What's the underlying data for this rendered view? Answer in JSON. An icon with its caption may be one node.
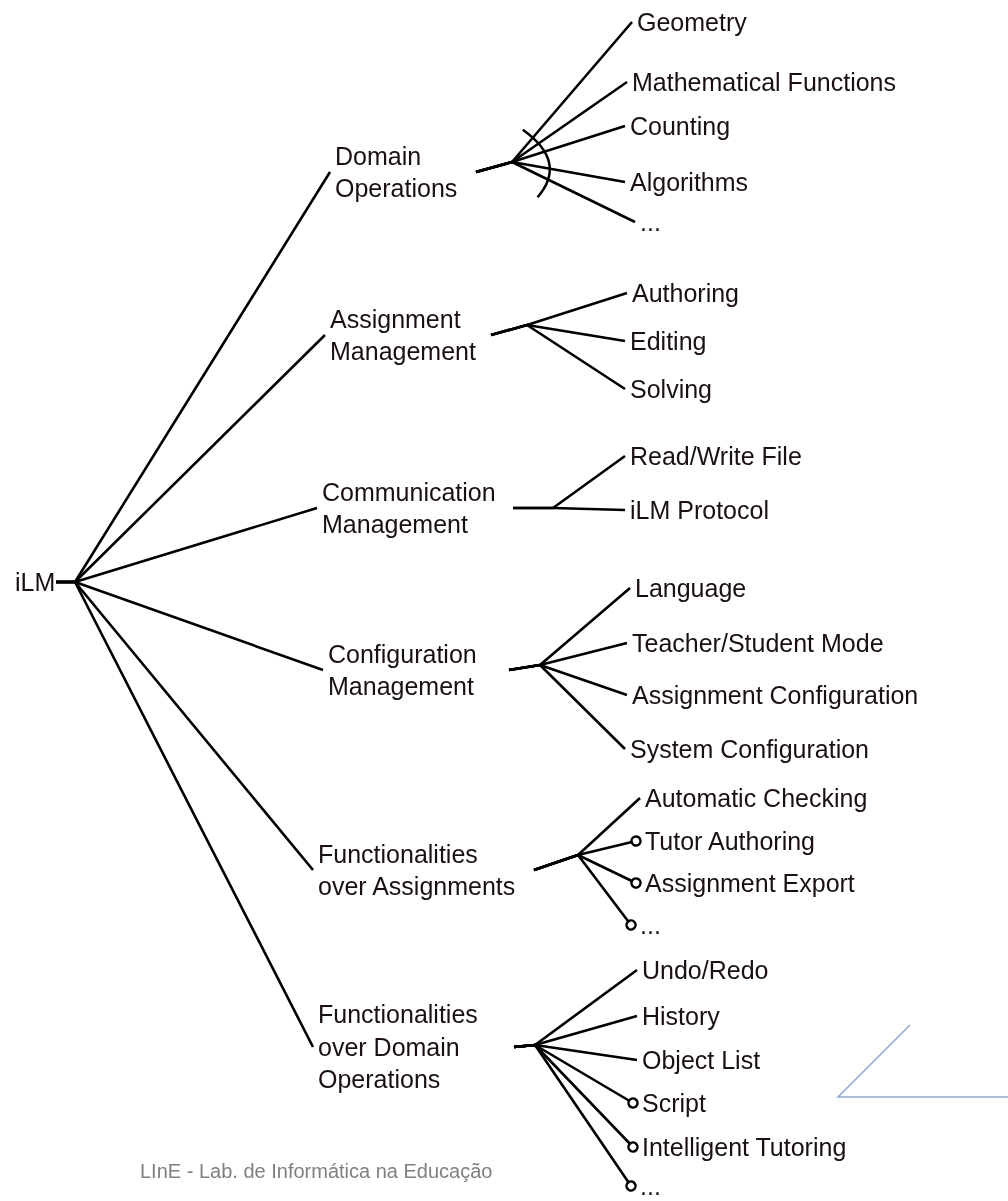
{
  "diagram": {
    "nodes": [
      {
        "text": [
          "iLM"
        ]
      },
      {
        "text": [
          "Domain Operations"
        ]
      },
      {
        "text": [
          "Assignment Management"
        ]
      },
      {
        "text": [
          "Communication Management"
        ]
      },
      {
        "text": [
          "Configuration Management"
        ]
      },
      {
        "text": [
          "Functionalities over Assignments"
        ]
      },
      {
        "text": [
          "Functionalities over Domain Operations"
        ]
      },
      {
        "text": [
          "Geometry"
        ]
      },
      {
        "text": [
          "Mathematical Functions"
        ]
      },
      {
        "text": [
          "Counting"
        ]
      },
      {
        "text": [
          "Algorithms"
        ]
      },
      {
        "text": [
          "..."
        ]
      },
      {
        "text": [
          "Authoring"
        ]
      },
      {
        "text": [
          "Editing"
        ]
      },
      {
        "text": [
          "Solving"
        ]
      },
      {
        "text": [
          "Read/Write File"
        ]
      },
      {
        "text": [
          "iLM Protocol"
        ]
      },
      {
        "text": [
          "Language"
        ]
      },
      {
        "text": [
          "Teacher/Student Mode"
        ]
      },
      {
        "text": [
          "Assignment Configuration"
        ]
      },
      {
        "text": [
          "System Configuration"
        ]
      },
      {
        "text": [
          "Automatic Checking"
        ]
      },
      {
        "text": [
          "Tutor Authoring"
        ]
      },
      {
        "text": [
          "Assignment Export"
        ]
      },
      {
        "text": [
          "..."
        ]
      },
      {
        "text": [
          "Undo/Redo"
        ]
      },
      {
        "text": [
          "History"
        ]
      },
      {
        "text": [
          "Object List"
        ]
      },
      {
        "text": [
          "Script"
        ]
      },
      {
        "text": [
          "Intelligent Tutoring"
        ]
      },
      {
        "text": [
          "..."
        ]
      }
    ],
    "edges": [
      {
        "from": 0,
        "to": 1,
        "arrow": "none"
      },
      {
        "from": 0,
        "to": 2,
        "arrow": "none"
      },
      {
        "from": 0,
        "to": 3,
        "arrow": "none"
      },
      {
        "from": 0,
        "to": 4,
        "arrow": "none"
      },
      {
        "from": 0,
        "to": 5,
        "arrow": "none"
      },
      {
        "from": 0,
        "to": 6,
        "arrow": "none"
      },
      {
        "from": 1,
        "to": 7,
        "arrow": "none"
      },
      {
        "from": 1,
        "to": 8,
        "arrow": "none"
      },
      {
        "from": 1,
        "to": 9,
        "arrow": "none"
      },
      {
        "from": 1,
        "to": 10,
        "arrow": "none"
      },
      {
        "from": 1,
        "to": 11,
        "arrow": "none"
      },
      {
        "from": 2,
        "to": 12,
        "arrow": "none"
      },
      {
        "from": 2,
        "to": 13,
        "arrow": "none"
      },
      {
        "from": 2,
        "to": 14,
        "arrow": "none"
      },
      {
        "from": 3,
        "to": 15,
        "arrow": "none"
      },
      {
        "from": 3,
        "to": 16,
        "arrow": "none"
      },
      {
        "from": 4,
        "to": 17,
        "arrow": "none"
      },
      {
        "from": 4,
        "to": 18,
        "arrow": "none"
      },
      {
        "from": 4,
        "to": 19,
        "arrow": "none"
      },
      {
        "from": 4,
        "to": 20,
        "arrow": "none"
      },
      {
        "from": 5,
        "to": 21,
        "arrow": "none"
      },
      {
        "from": 5,
        "to": 22,
        "arrow": "other"
      },
      {
        "from": 5,
        "to": 23,
        "arrow": "other"
      },
      {
        "from": 5,
        "to": 24,
        "arrow": "other"
      },
      {
        "from": 6,
        "to": 25,
        "arrow": "none"
      },
      {
        "from": 6,
        "to": 26,
        "arrow": "none"
      },
      {
        "from": 6,
        "to": 27,
        "arrow": "none"
      },
      {
        "from": 6,
        "to": 28,
        "arrow": "other"
      },
      {
        "from": 6,
        "to": 29,
        "arrow": "other"
      },
      {
        "from": 6,
        "to": 30,
        "arrow": "other"
      }
    ],
    "labels": [
      "LInE - Lab. de Informática na Educação"
    ]
  }
}
